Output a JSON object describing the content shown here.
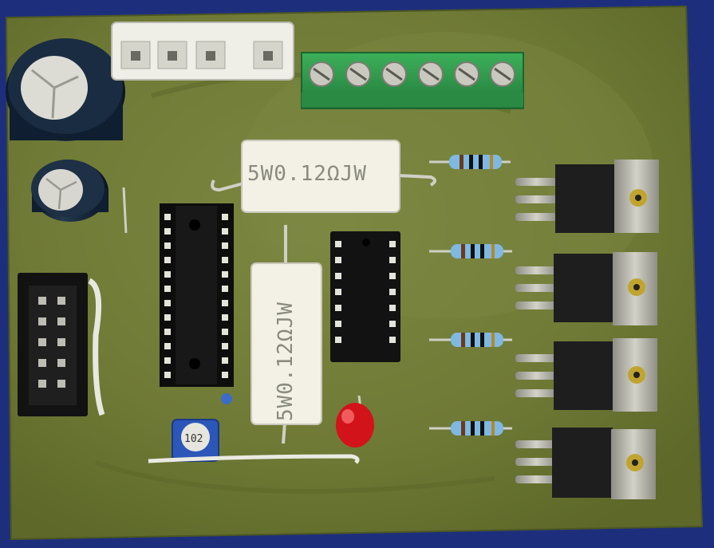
{
  "photo": {
    "subject": "pcb",
    "resistor_top_label": "5W0.12ΩJW",
    "resistor_vertical_label": "5W0.12ΩJW",
    "trimmer_label": "102"
  },
  "colors": {
    "board": "#6f7a36",
    "board_dark": "#5a6428",
    "background": "#1d2f7c",
    "terminal_green": "#2f9a4a",
    "ic_black": "#151515",
    "ceramic_white": "#f3f1e6",
    "led_red": "#d3131a",
    "trim_blue": "#2c56b8",
    "heatsink_metal": "#b7b7ad",
    "header_white": "#efefe8"
  },
  "components": {
    "electrolytic_caps": 2,
    "terminal_screws": 6,
    "header_pins": 4,
    "power_transistors": 4,
    "small_resistors": 4,
    "dip_ic_large_pins_per_side": 12,
    "dip_ic_small_pins_per_side": 7
  }
}
